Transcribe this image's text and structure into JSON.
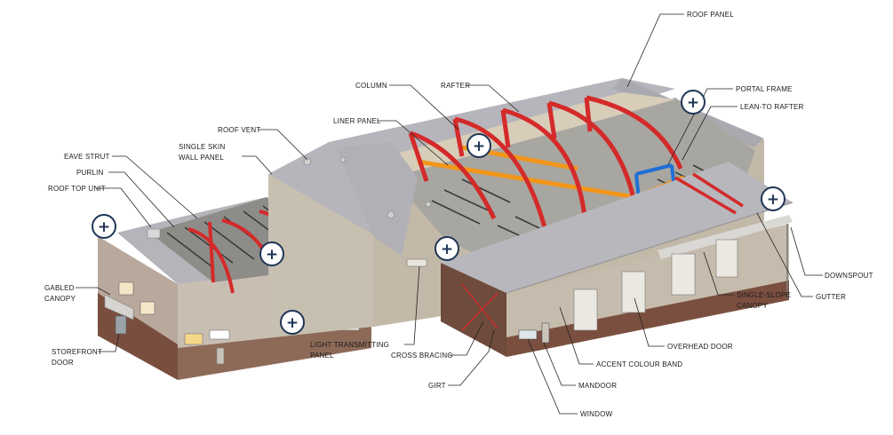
{
  "labels": {
    "roof_panel": "ROOF PANEL",
    "portal_frame": "PORTAL FRAME",
    "lean_to_rafter": "LEAN-TO RAFTER",
    "column": "COLUMN",
    "rafter": "RAFTER",
    "liner_panel": "LINER PANEL",
    "roof_vent": "ROOF VENT",
    "single_skin_wall_panel_1": "SINGLE SKIN",
    "single_skin_wall_panel_2": "WALL PANEL",
    "eave_strut": "EAVE STRUT",
    "purlin": "PURLIN",
    "roof_top_unit": "ROOF TOP UNIT",
    "gabled_canopy_1": "GABLED",
    "gabled_canopy_2": "CANOPY",
    "storefront_door_1": "STOREFRONT",
    "storefront_door_2": "DOOR",
    "light_transmitting_panel_1": "LIGHT TRANSMITTING",
    "light_transmitting_panel_2": "PANEL",
    "cross_bracing": "CROSS BRACING",
    "girt": "GIRT",
    "window": "WINDOW",
    "mandoor": "MANDOOR",
    "accent_colour_band": "ACCENT COLOUR BAND",
    "overhead_door": "OVERHEAD DOOR",
    "single_slope_canopy_1": "SINGLE-SLOPE",
    "single_slope_canopy_2": "CANOPY",
    "gutter": "GUTTER",
    "downspout": "DOWNSPOUT"
  },
  "hotspot_symbol": "+",
  "hotspots": [
    "hotspot-1",
    "hotspot-2",
    "hotspot-3",
    "hotspot-4",
    "hotspot-5",
    "hotspot-6",
    "hotspot-7",
    "hotspot-8"
  ],
  "colors": {
    "steel_frame": "#d42a2a",
    "crane": "#f2961b",
    "portal_frame": "#1f6fd6",
    "roof_panel": "#a9a9b0",
    "wall_panel": "#c8bfae",
    "accent_band": "#6e4b3c",
    "hotspot_ring": "#1f3556"
  }
}
